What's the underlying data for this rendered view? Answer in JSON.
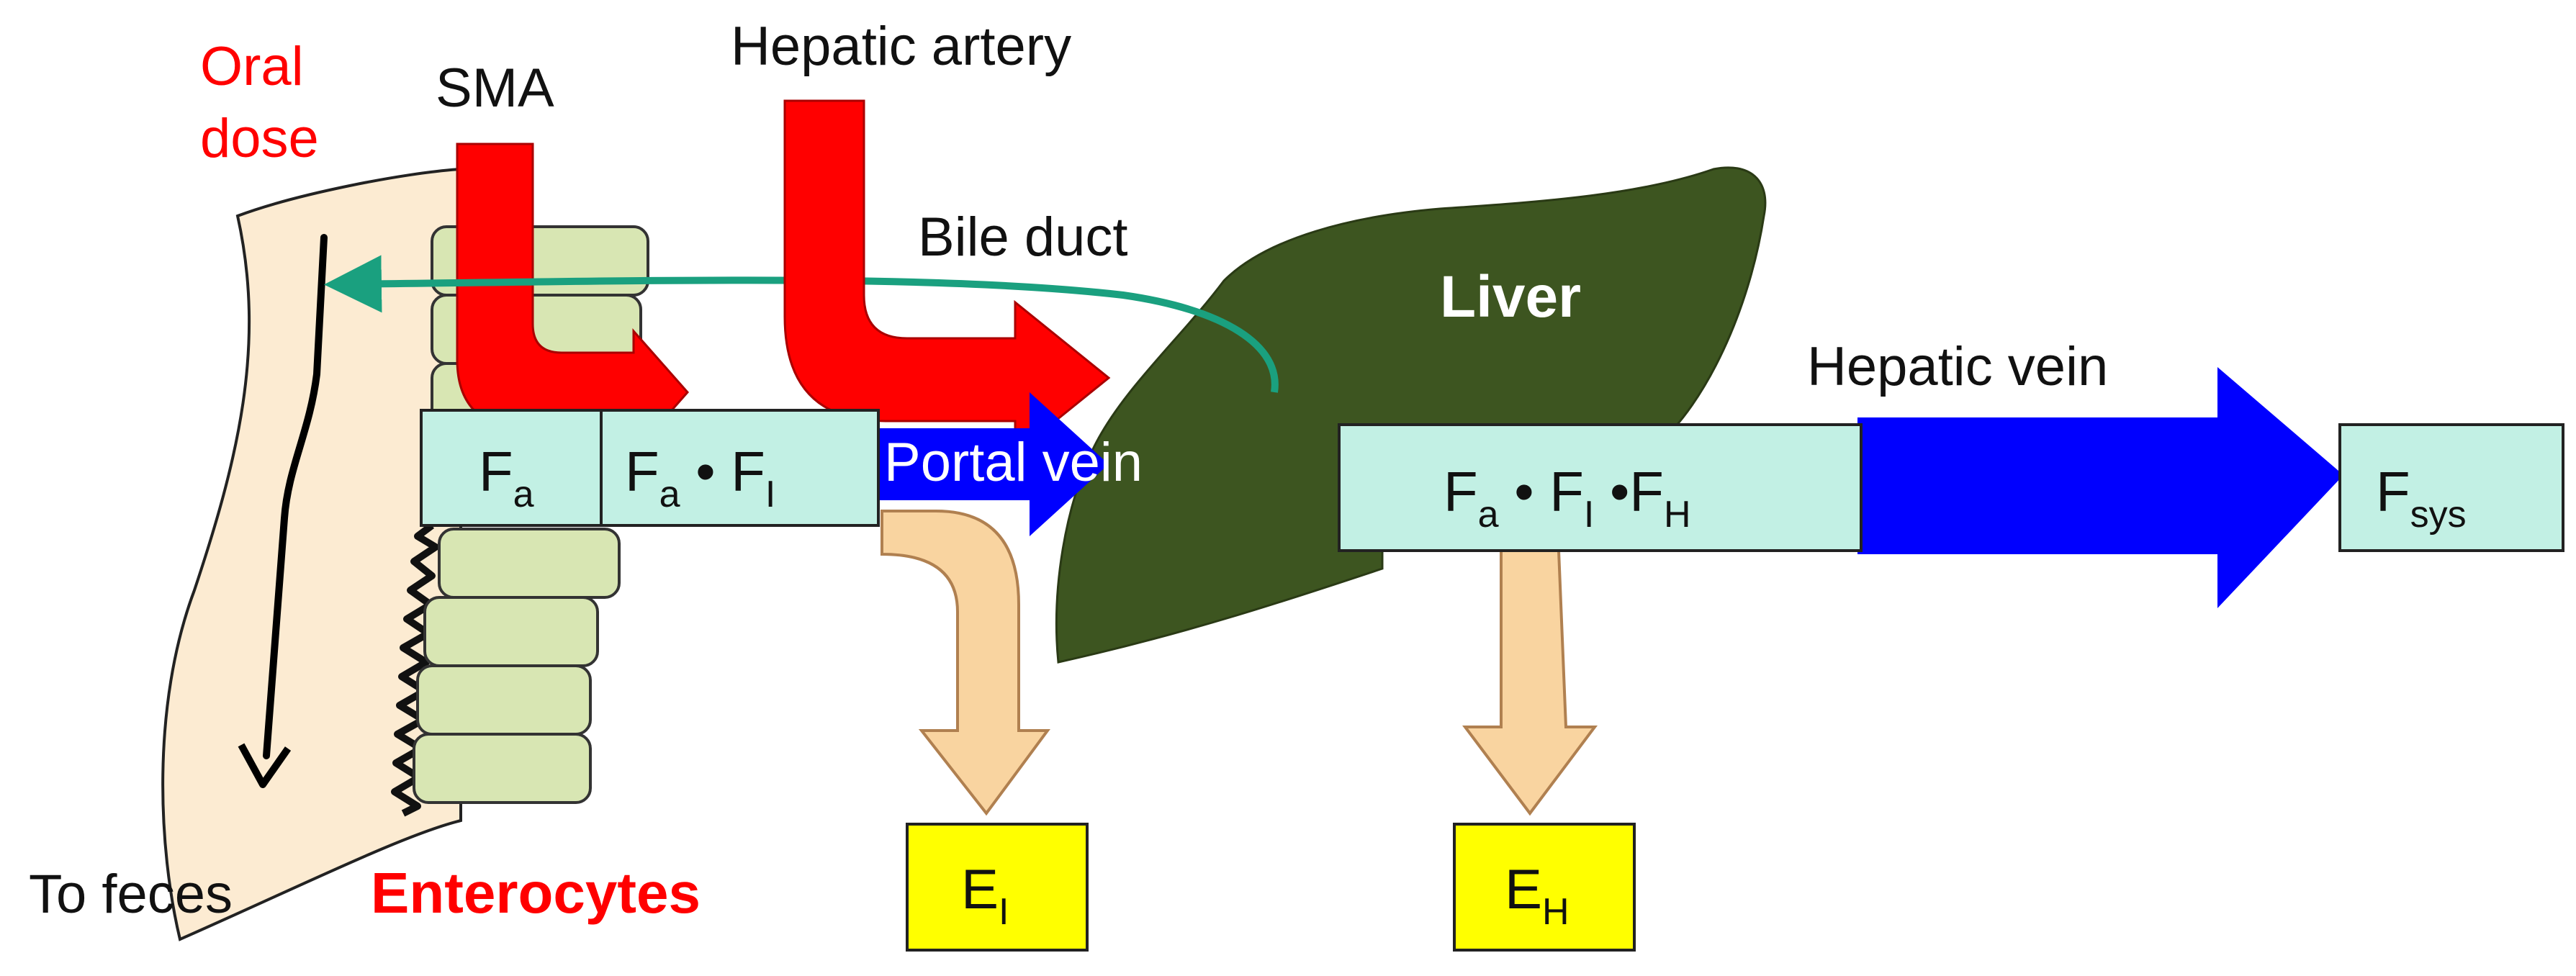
{
  "labels": {
    "oral_dose_line1": "Oral",
    "oral_dose_line2": "dose",
    "sma": "SMA",
    "hepatic_artery": "Hepatic artery",
    "bile_duct": "Bile duct",
    "liver": "Liver",
    "hepatic_vein": "Hepatic vein",
    "portal_vein": "Portal vein",
    "to_feces": "To feces",
    "enterocytes": "Enterocytes"
  },
  "boxes": {
    "fa": {
      "main": "F",
      "sub": "a"
    },
    "fa_fi": {
      "p1": "F",
      "s1": "a",
      "dot1": " • F",
      "s2": "I"
    },
    "fa_fi_fh": {
      "p1": "F",
      "s1": "a",
      "dot1": " • F",
      "s2": "I",
      "dot2": " •F",
      "s3": "H"
    },
    "fsys": {
      "main": "F",
      "sub": "sys"
    },
    "ei": {
      "main": "E",
      "sub": "I"
    },
    "eh": {
      "main": "E",
      "sub": "H"
    }
  },
  "colors": {
    "arterial_red": "#ff0000",
    "venous_blue": "#0000ff",
    "liver_green": "#3d5520",
    "bile_teal": "#1aa07f",
    "box_fill": "#c2f0e4",
    "extraction_box": "#ffff00",
    "extraction_arrow": "#f9d4a0",
    "intestine_fill": "#fcebd2",
    "enterocyte_fill": "#d8e6b3"
  },
  "icons": [
    "down-arrow-icon",
    "bile-arrow-icon",
    "blood-flow-arrow-icon",
    "extraction-arrow-icon"
  ]
}
